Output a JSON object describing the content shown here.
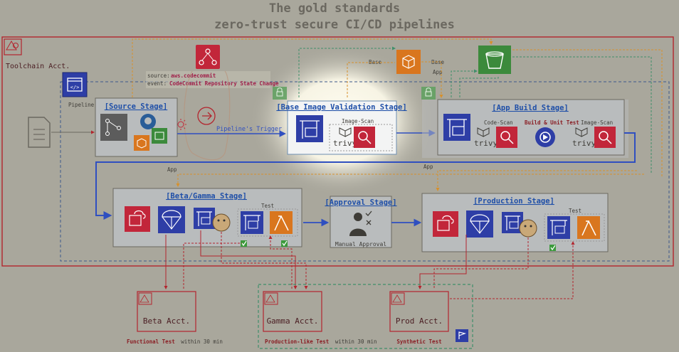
{
  "title": {
    "line1": "The gold standards",
    "line2": "zero-trust secure CI/CD pipelines"
  },
  "toolchain": {
    "label": "Toolchain Acct."
  },
  "pipeline": {
    "label": "Pipeline"
  },
  "source_event": {
    "source_key": "source:",
    "source_value": "aws.codecommit",
    "event_key": "event:",
    "event_value": "CodeCommit Repository State Change"
  },
  "trigger": {
    "label": "Pipeline's Trigger"
  },
  "stages": {
    "source": {
      "title": "[Source Stage]"
    },
    "base_image": {
      "title": "[Base Image Validation Stage]",
      "image_scan": "Image-Scan"
    },
    "app_build": {
      "title": "[App Build Stage]",
      "code_scan": "Code-Scan",
      "build_test": "Build & Unit Test",
      "image_scan": "Image-Scan"
    },
    "beta": {
      "title": "[Beta/Gamma Stage]",
      "test": "Test"
    },
    "approval": {
      "title": "[Approval Stage]",
      "manual": "Manual Approval"
    },
    "production": {
      "title": "[Production Stage]",
      "test": "Test"
    }
  },
  "artifacts": {
    "base": "Base",
    "app": "App"
  },
  "trivy": "trivy",
  "accounts": {
    "beta": {
      "label": "Beta Acct.",
      "caption": "Functional Test",
      "caption_suffix": "within 30 min"
    },
    "gamma": {
      "label": "Gamma Acct.",
      "caption": "Production-like Test",
      "caption_suffix": "within 30 min"
    },
    "prod": {
      "label": "Prod Acct.",
      "caption": "Synthetic Test"
    }
  },
  "colors": {
    "background": "#a9a79c",
    "toolchain_border": "#b3252e",
    "stage_fill": "#b9bcbd",
    "flow_arrow": "#2f4fc0",
    "highlight": "#fffbe6",
    "icon_blue": "#2e3ea6",
    "icon_red": "#c2263a",
    "icon_orange": "#d9761e",
    "icon_green": "#3c8a3c",
    "dashed_orange": "#d6902c",
    "dashed_green": "#3f8f6a"
  }
}
